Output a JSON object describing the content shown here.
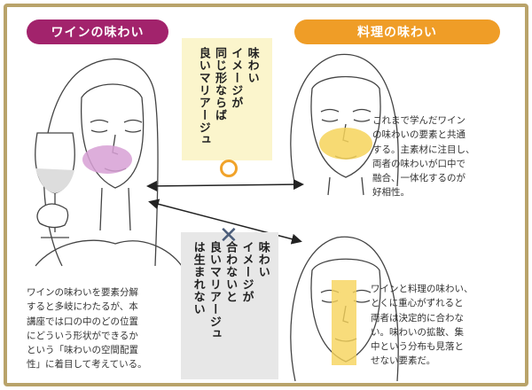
{
  "labels": {
    "wine_taste": "ワインの味わい",
    "food_taste": "料理の味わい"
  },
  "box_good": {
    "lines": [
      "味わい",
      "イメージが",
      "同じ形ならば",
      "良いマリアージュ"
    ]
  },
  "box_bad": {
    "lines": [
      "味わい",
      "イメージが",
      "合わないと",
      "良いマリアージュ",
      "は生まれない"
    ]
  },
  "marks": {
    "good": "○",
    "bad": "✕"
  },
  "text": {
    "wine_desc": "ワインの味わいを要素分解\nすると多岐にわたるが、本\n講座では口の中のどの位置\nにどういう形状ができるか\nという「味わいの空間配置\n性」に着目して考えている。",
    "food_match_desc": "これまで学んだワイン\nの味わいの要素と共通\nする。主素材に注目し、\n両者の味わいが口中で\n融合、一体化するのが\n好相性。",
    "food_mismatch_desc": "ワインと料理の味わい、\nとくに重心がずれると\n両者は決定的に合わな\nい。味わいの拡散、集\n中という分布も見落と\nせない要素だ。"
  },
  "colors": {
    "wine_accent": "#a2236c",
    "food_accent": "#ef9d27",
    "wine_shape": "#d7a0d5",
    "food_shape": "#f6d35a",
    "frame_gold": "#b9a36a"
  }
}
